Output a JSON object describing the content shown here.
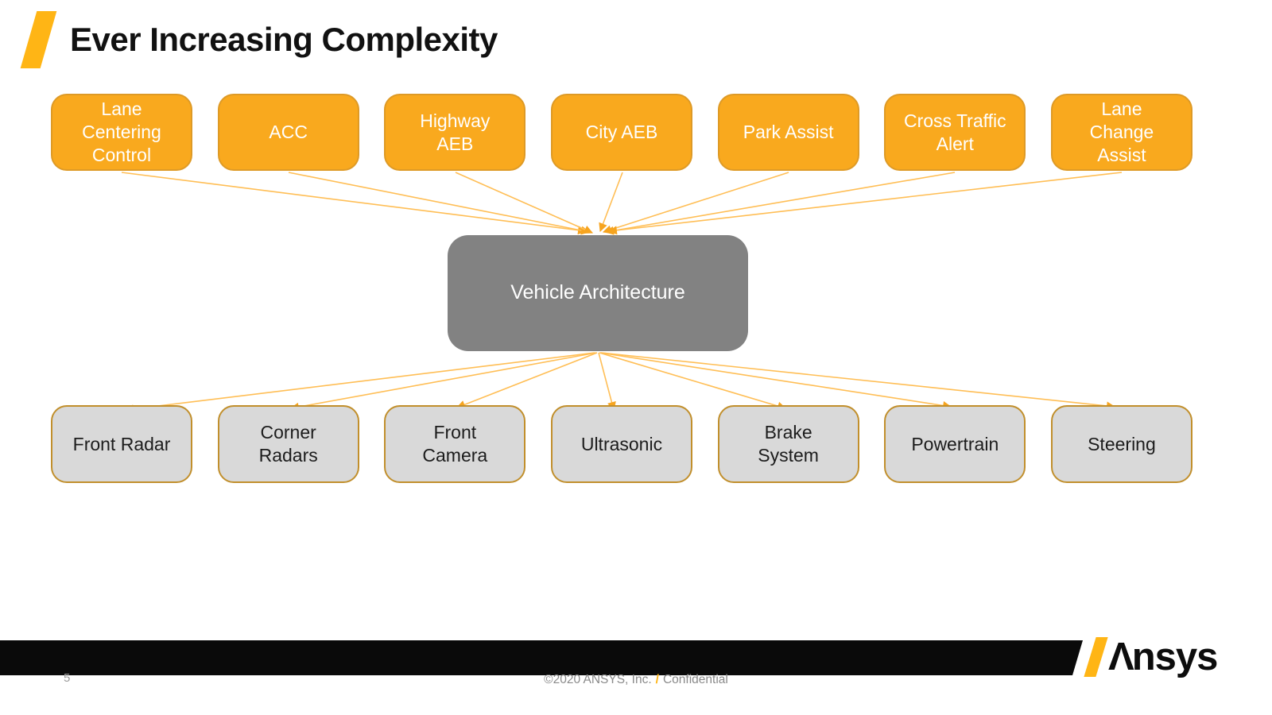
{
  "slide": {
    "title": "Ever Increasing Complexity",
    "page_number": "5"
  },
  "diagram": {
    "center_node": {
      "id": "vehicle-architecture",
      "label": "Vehicle Architecture"
    },
    "top_nodes": [
      {
        "id": "lane-centering-control",
        "label": "Lane\nCentering\nControl"
      },
      {
        "id": "acc",
        "label": "ACC"
      },
      {
        "id": "highway-aeb",
        "label": "Highway\nAEB"
      },
      {
        "id": "city-aeb",
        "label": "City AEB"
      },
      {
        "id": "park-assist",
        "label": "Park Assist"
      },
      {
        "id": "cross-traffic-alert",
        "label": "Cross Traffic\nAlert"
      },
      {
        "id": "lane-change-assist",
        "label": "Lane\nChange\nAssist"
      }
    ],
    "bottom_nodes": [
      {
        "id": "front-radar",
        "label": "Front Radar"
      },
      {
        "id": "corner-radars",
        "label": "Corner\nRadars"
      },
      {
        "id": "front-camera",
        "label": "Front\nCamera"
      },
      {
        "id": "ultrasonic",
        "label": "Ultrasonic"
      },
      {
        "id": "brake-system",
        "label": "Brake\nSystem"
      },
      {
        "id": "powertrain",
        "label": "Powertrain"
      },
      {
        "id": "steering",
        "label": "Steering"
      }
    ],
    "edges": [
      {
        "from": "lane-centering-control",
        "to": "vehicle-architecture"
      },
      {
        "from": "acc",
        "to": "vehicle-architecture"
      },
      {
        "from": "highway-aeb",
        "to": "vehicle-architecture"
      },
      {
        "from": "city-aeb",
        "to": "vehicle-architecture"
      },
      {
        "from": "park-assist",
        "to": "vehicle-architecture"
      },
      {
        "from": "cross-traffic-alert",
        "to": "vehicle-architecture"
      },
      {
        "from": "lane-change-assist",
        "to": "vehicle-architecture"
      },
      {
        "from": "vehicle-architecture",
        "to": "front-radar"
      },
      {
        "from": "vehicle-architecture",
        "to": "corner-radars"
      },
      {
        "from": "vehicle-architecture",
        "to": "front-camera"
      },
      {
        "from": "vehicle-architecture",
        "to": "ultrasonic"
      },
      {
        "from": "vehicle-architecture",
        "to": "brake-system"
      },
      {
        "from": "vehicle-architecture",
        "to": "powertrain"
      },
      {
        "from": "vehicle-architecture",
        "to": "steering"
      }
    ]
  },
  "footer": {
    "copyright": "©2020 ANSYS, Inc.",
    "separator": "/",
    "classification": "Confidential"
  },
  "logo": {
    "brand": "Ansys"
  },
  "colors": {
    "accent": "#FFB515",
    "title-text": "#111111",
    "top-node-fill": "#F9A91E",
    "top-node-border": "#DE9A26",
    "bottom-node-fill": "#D9D9D9",
    "bottom-node-border": "#C18F2C",
    "center-node-fill": "#828282",
    "arrow-line": "#FFBE55",
    "arrow-head": "#F6A41F",
    "bar-black": "#0A0A0A",
    "footer-text": "#8A8A8A"
  }
}
